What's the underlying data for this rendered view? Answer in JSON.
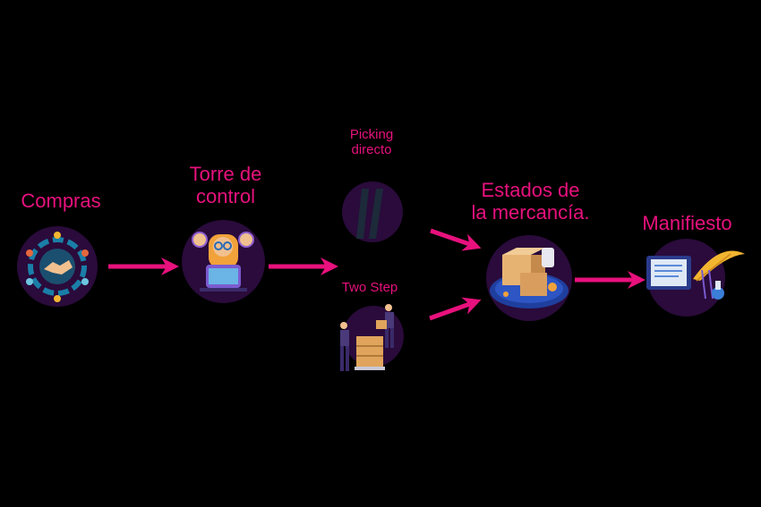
{
  "steps": {
    "compras": {
      "label": "Compras",
      "icon": "handshake-cycle-icon"
    },
    "torre": {
      "label_line1": "Torre de",
      "label_line2": "control",
      "icon": "control-tower-manager-icon"
    },
    "picking": {
      "label_line1": "Picking",
      "label_line2": "directo",
      "icon": "picking-bars-icon"
    },
    "twostep": {
      "label": "Two Step",
      "icon": "workers-boxes-icon"
    },
    "estados": {
      "label_line1": "Estados de",
      "label_line2": "la mercancía.",
      "icon": "merchandise-boxes-icon"
    },
    "manifiesto": {
      "label": "Manifiesto",
      "icon": "manifest-document-icon"
    }
  },
  "colors": {
    "accent": "#e8117d",
    "circle": "#2a0b3b",
    "background": "#000000"
  }
}
